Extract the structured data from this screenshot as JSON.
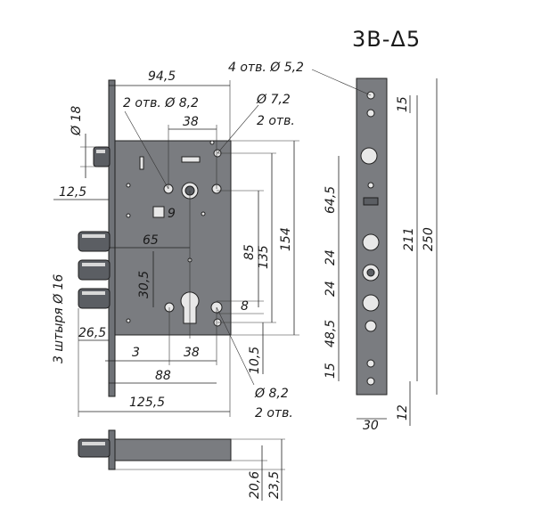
{
  "model": "3В-Δ5",
  "front_view": {
    "width_top": "94,5",
    "holes_top_left": "2 отв.  Ø 8,2",
    "hole_d18": "Ø 18",
    "hole_72_label": "Ø 7,2",
    "hole_72_count": "2 отв.",
    "dim_38_top": "38",
    "dim_9": "9",
    "dim_12_5": "12,5",
    "dim_65": "65",
    "dim_85": "85",
    "dim_135": "135",
    "dim_154": "154",
    "dim_30_5": "30,5",
    "dim_8": "8",
    "pins_label": "3 штыря  Ø 16",
    "dim_26_5": "26,5",
    "dim_3": "3",
    "dim_38_bottom": "38",
    "dim_10_5": "10,5",
    "dim_88": "88",
    "dim_125_5": "125,5",
    "holes_bottom_label": "Ø 8,2",
    "holes_bottom_count": "2 отв."
  },
  "side_view": {
    "holes_label": "4 отв.  Ø 5,2",
    "dim_15_top": "15",
    "dim_64_5": "64,5",
    "dim_211": "211",
    "dim_250": "250",
    "dim_24_a": "24",
    "dim_24_b": "24",
    "dim_48_5": "48,5",
    "dim_15_bottom": "15",
    "dim_30": "30",
    "dim_12": "12"
  },
  "bottom_view": {
    "dim_20_6": "20,6",
    "dim_23_5": "23,5"
  }
}
